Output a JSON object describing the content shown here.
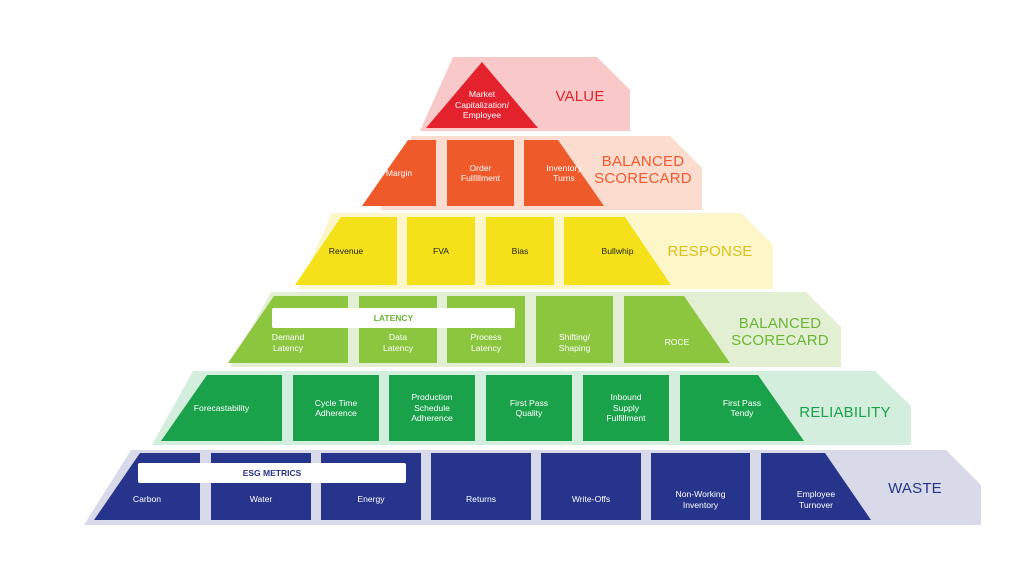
{
  "colors": {
    "value": "#e4222d",
    "value_bg": "#f9c8c8",
    "balanced_top": "#ef5a2a",
    "balanced_top_bg": "#fddcd0",
    "response": "#f5e11a",
    "response_bg": "#fcf6c8",
    "balanced_bottom": "#8cc63f",
    "balanced_bottom_bg": "#e3efd3",
    "reliability": "#1aa24a",
    "reliability_bg": "#d3eedd",
    "waste": "#27348b",
    "waste_bg": "#d8dae9"
  },
  "tiers": [
    {
      "title": "VALUE",
      "cells": [
        "Market\nCapitalization/\nEmployee"
      ]
    },
    {
      "title": "BALANCED\nSCORECARD",
      "cells": [
        "Margin",
        "Order\nFulfillment",
        "Inventory\nTurns"
      ]
    },
    {
      "title": "RESPONSE",
      "cells": [
        "Revenue",
        "FVA",
        "Bias",
        "Bullwhip"
      ]
    },
    {
      "title": "BALANCED\nSCORECARD",
      "banner": "LATENCY",
      "cells": [
        "Demand\nLatency",
        "Data\nLatency",
        "Process\nLatency",
        "Shifting/\nShaping",
        "ROCE"
      ]
    },
    {
      "title": "RELIABILITY",
      "cells": [
        "Forecastability",
        "Cycle Time\nAdherence",
        "Production\nSchedule\nAdherence",
        "First Pass\nQuality",
        "Inbound\nSupply\nFulfillment",
        "First Pass\nTendy"
      ]
    },
    {
      "title": "WASTE",
      "banner": "ESG METRICS",
      "cells": [
        "Carbon",
        "Water",
        "Energy",
        "Returns",
        "Write-Offs",
        "Non-Working\nInventory",
        "Employee\nTurnover"
      ]
    }
  ]
}
